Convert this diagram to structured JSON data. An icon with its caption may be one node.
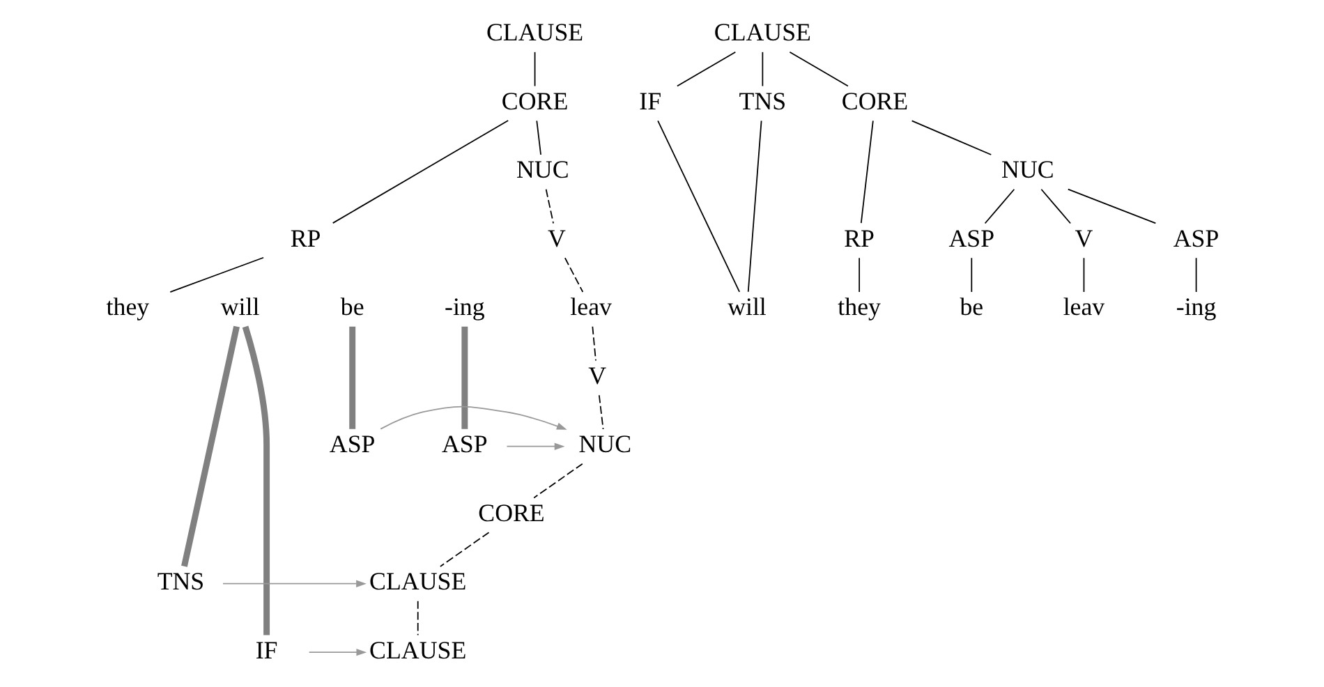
{
  "diagram": {
    "nodes": [
      {
        "text": [
          "CLAUSE"
        ]
      },
      {
        "text": [
          "CORE"
        ]
      },
      {
        "text": [
          "RP"
        ]
      },
      {
        "text": [
          "NUC"
        ]
      },
      {
        "text": [
          "V"
        ]
      },
      {
        "text": [
          "will"
        ]
      },
      {
        "text": [
          "they"
        ]
      },
      {
        "text": [
          "be"
        ]
      },
      {
        "text": [
          "leav"
        ]
      },
      {
        "text": [
          "-ing"
        ]
      },
      {
        "text": [
          "V"
        ]
      },
      {
        "text": [
          "ASP"
        ]
      },
      {
        "text": [
          "NUC"
        ]
      },
      {
        "text": [
          "ASP"
        ]
      },
      {
        "text": [
          "CORE"
        ]
      },
      {
        "text": [
          "TNS"
        ]
      },
      {
        "text": [
          "CLAUSE"
        ]
      },
      {
        "text": [
          "IF"
        ]
      },
      {
        "text": [
          "CLAUSE"
        ]
      },
      {
        "text": [
          "CLAUSE"
        ]
      },
      {
        "text": [
          "IF"
        ]
      },
      {
        "text": [
          "TNS"
        ]
      },
      {
        "text": [
          "CORE"
        ]
      },
      {
        "text": [
          "RP"
        ]
      },
      {
        "text": [
          "NUC"
        ]
      },
      {
        "text": [
          "ASP"
        ]
      },
      {
        "text": [
          "V"
        ]
      },
      {
        "text": [
          "ASP"
        ]
      },
      {
        "text": [
          "will"
        ]
      },
      {
        "text": [
          "they"
        ]
      },
      {
        "text": [
          "be"
        ]
      },
      {
        "text": [
          "leav"
        ]
      },
      {
        "text": [
          "-ing"
        ]
      }
    ],
    "edges": [
      {
        "from": 0,
        "to": 1,
        "arrow": "none"
      },
      {
        "from": 1,
        "to": 2,
        "arrow": "none"
      },
      {
        "from": 1,
        "to": 3,
        "arrow": "none"
      },
      {
        "from": 2,
        "to": 6,
        "arrow": "none"
      },
      {
        "from": 3,
        "to": 4,
        "arrow": "none",
        "style": "dashed"
      },
      {
        "from": 4,
        "to": 8,
        "arrow": "none",
        "style": "dashed"
      },
      {
        "from": 8,
        "to": 10,
        "arrow": "none",
        "style": "dashed"
      },
      {
        "from": 10,
        "to": 12,
        "arrow": "none",
        "style": "dashed"
      },
      {
        "from": 12,
        "to": 14,
        "arrow": "none",
        "style": "dashed"
      },
      {
        "from": 14,
        "to": 16,
        "arrow": "none",
        "style": "dashed"
      },
      {
        "from": 16,
        "to": 18,
        "arrow": "none",
        "style": "dashed"
      },
      {
        "from": 5,
        "to": 15,
        "arrow": "none",
        "style": "thick",
        "color": "#808080"
      },
      {
        "from": 5,
        "to": 17,
        "arrow": "none",
        "style": "thick",
        "color": "#808080"
      },
      {
        "from": 7,
        "to": 11,
        "arrow": "none",
        "style": "thick",
        "color": "#808080"
      },
      {
        "from": 9,
        "to": 13,
        "arrow": "none",
        "style": "thick",
        "color": "#808080"
      },
      {
        "from": 11,
        "to": 12,
        "arrow": "to",
        "color": "#999999"
      },
      {
        "from": 13,
        "to": 12,
        "arrow": "to",
        "color": "#999999"
      },
      {
        "from": 15,
        "to": 16,
        "arrow": "to",
        "color": "#999999"
      },
      {
        "from": 17,
        "to": 18,
        "arrow": "to",
        "color": "#999999"
      },
      {
        "from": 19,
        "to": 20,
        "arrow": "none"
      },
      {
        "from": 19,
        "to": 21,
        "arrow": "none"
      },
      {
        "from": 19,
        "to": 22,
        "arrow": "none"
      },
      {
        "from": 22,
        "to": 23,
        "arrow": "none"
      },
      {
        "from": 22,
        "to": 24,
        "arrow": "none"
      },
      {
        "from": 24,
        "to": 25,
        "arrow": "none"
      },
      {
        "from": 24,
        "to": 26,
        "arrow": "none"
      },
      {
        "from": 24,
        "to": 27,
        "arrow": "none"
      },
      {
        "from": 20,
        "to": 28,
        "arrow": "none"
      },
      {
        "from": 21,
        "to": 28,
        "arrow": "none"
      },
      {
        "from": 23,
        "to": 29,
        "arrow": "none"
      },
      {
        "from": 25,
        "to": 30,
        "arrow": "none"
      },
      {
        "from": 26,
        "to": 31,
        "arrow": "none"
      },
      {
        "from": 27,
        "to": 32,
        "arrow": "none"
      }
    ]
  }
}
